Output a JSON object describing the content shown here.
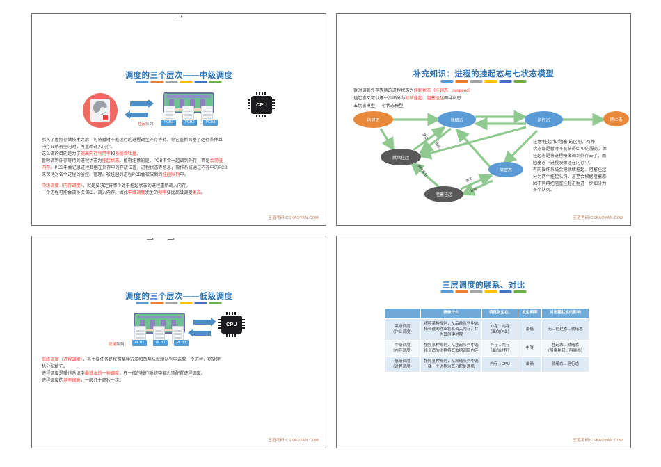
{
  "theme": {
    "title_color": "#2e74b5",
    "accent_bars": [
      "#5b9bd5",
      "#ed7d31",
      "#a5a5a5",
      "#ffc000",
      "#4472c4",
      "#70ad47"
    ],
    "highlight_red": "#ff3b30",
    "footer_color": "#c07a5e",
    "table_header": "#6ea9d8",
    "table_row_light": "#deeaf6",
    "node_orange": "#e8883a",
    "node_blue": "#5b9bd5",
    "node_gray": "#595959",
    "arrow_blue": "#4f8ec4",
    "edge_green": "#8fc98f"
  },
  "footer": "王道考研/CSKAOYAN.COM",
  "slides": [
    {
      "id": "slide-mid-level-scheduling",
      "title": "调度的三个层次——中级调度",
      "illustration": {
        "disk_label": "hard-disk",
        "ram_label": "memory-module",
        "cpu_label": "CPU",
        "queue_label_red": "挂起",
        "queue_label_rest": "队列",
        "pcb_boxes": [
          "PCB1",
          "PCB2",
          "PCB3"
        ]
      },
      "paragraphs": [
        [
          {
            "t": "引入了虚拟存储技术之后，可将暂时不能运行的进程调至外存等待。等它重新具备了运行条件且",
            "c": "n"
          }
        ],
        [
          {
            "t": "内存又稍有空闲时，再重新调入内存。",
            "c": "n"
          }
        ],
        [
          {
            "t": "这么做的目的是为了",
            "c": "n"
          },
          {
            "t": "提高内存利用率",
            "c": "r"
          },
          {
            "t": "和",
            "c": "n"
          },
          {
            "t": "系统吞吐量",
            "c": "r"
          },
          {
            "t": "。",
            "c": "n"
          }
        ],
        [
          {
            "t": "暂时调到外存等待的进程状态为",
            "c": "n"
          },
          {
            "t": "挂起状态",
            "c": "r"
          },
          {
            "t": "。值得注意的是，PCB不会一起调到外存，而是",
            "c": "n"
          },
          {
            "t": "会常驻",
            "c": "r"
          }
        ],
        [
          {
            "t": "内存",
            "c": "r"
          },
          {
            "t": "。PCB中会记录进程数据在外存中的存放位置，进程状态等信息，操作系统通过内存中的PCB",
            "c": "n"
          }
        ],
        [
          {
            "t": "来保持对各个进程的监控、管理。被挂起的进程PCB会被放到的",
            "c": "n"
          },
          {
            "t": "挂起队列",
            "c": "r"
          },
          {
            "t": "中。",
            "c": "n"
          }
        ],
        [],
        [
          {
            "t": "中级调度（内存调度）",
            "c": "r"
          },
          {
            "t": "，就是要决定将哪个处于挂起状态的进程重新调入内存。",
            "c": "n"
          }
        ],
        [
          {
            "t": "一个进程可能会被多次调出、调入内存。因此",
            "c": "n"
          },
          {
            "t": "中级调度",
            "c": "r"
          },
          {
            "t": "发生的",
            "c": "n"
          },
          {
            "t": "频率",
            "c": "r"
          },
          {
            "t": "要比高级调度",
            "c": "n"
          },
          {
            "t": "更高",
            "c": "r"
          },
          {
            "t": "。",
            "c": "n"
          }
        ]
      ]
    },
    {
      "id": "slide-seven-state-model",
      "title": "补充知识：进程的挂起态与七状态模型",
      "paragraphs": [
        [
          {
            "t": "暂时调到外存等待的进程状态为",
            "c": "n"
          },
          {
            "t": "挂起状态（挂起态，suspend）",
            "c": "r"
          }
        ],
        [
          {
            "t": "挂起态又可以进一步细分为",
            "c": "n"
          },
          {
            "t": "就绪挂起",
            "c": "r"
          },
          {
            "t": "、",
            "c": "n"
          },
          {
            "t": "阻塞挂起",
            "c": "r"
          },
          {
            "t": "两种状态",
            "c": "n"
          }
        ],
        [
          {
            "t": "五状态模型 → 七状态模型",
            "c": "n"
          }
        ]
      ],
      "diagram": {
        "nodes": [
          {
            "name": "创建态",
            "color": "orange"
          },
          {
            "name": "就绪态",
            "color": "blue"
          },
          {
            "name": "运行态",
            "color": "blue"
          },
          {
            "name": "终止态",
            "color": "orange"
          },
          {
            "name": "就绪挂起",
            "color": "gray"
          },
          {
            "name": "阻塞态",
            "color": "blue"
          },
          {
            "name": "阻塞挂起",
            "color": "gray"
          }
        ],
        "edge_labels": [
          "激活",
          "挂起",
          "事件发生",
          "激活",
          "挂起"
        ]
      },
      "side_note": [
        "注意“挂起”和“阻塞”的区别，两种",
        "状态都是暂时不能获得CPU的服务，但",
        "挂起态是将进程映像调到外存去了，而",
        "阻塞态下进程映像还在内存中。",
        "有的操作系统会把就绪挂起、阻塞挂起",
        "分为两个挂起队列，甚至会根据阻塞原",
        "因不同再把阻塞挂起进程进一步细分为",
        "多个队列。"
      ]
    },
    {
      "id": "slide-low-level-scheduling",
      "title": "调度的三个层次——低级调度",
      "illustration": {
        "ram_label": "memory-module",
        "cpu_label": "CPU",
        "queue_label_red": "就绪",
        "queue_label_rest": "队列",
        "pcb_boxes": [
          "PCB1",
          "PCB2",
          "PCB3"
        ]
      },
      "paragraphs": [
        [
          {
            "t": "低级调度（进程调度）",
            "c": "r"
          },
          {
            "t": "，其主要任务是按照某种方法和策略从就绪队列中选取一个进程，将处理",
            "c": "n"
          }
        ],
        [
          {
            "t": "机分配给它。",
            "c": "n"
          }
        ],
        [
          {
            "t": "进程调度是操作系统中",
            "c": "n"
          },
          {
            "t": "最基本的一种调度",
            "c": "r"
          },
          {
            "t": "，在一般的操作系统中都必须配置进程调度。",
            "c": "n"
          }
        ],
        [
          {
            "t": "进程调度的",
            "c": "n"
          },
          {
            "t": "频率很高",
            "c": "r"
          },
          {
            "t": "，一般几十毫秒一次。",
            "c": "n"
          }
        ]
      ]
    },
    {
      "id": "slide-comparison-table",
      "title": "三层调度的联系、对比",
      "table": {
        "headers": [
          "",
          "要做什么",
          "调度发生在..",
          "发生频率",
          "对进程状态的影响"
        ],
        "rows": [
          {
            "name": "高级调度\n（作业调度）",
            "what": "按照某种规则，从后备队列中选择合适的作业将其调入内存，并为其创建进程",
            "where": "外存→内存\n（面向作业）",
            "freq": "最低",
            "effect": "无→创建态→就绪态"
          },
          {
            "name": "中级调度\n（内存调度）",
            "what": "按照某种规则，从挂起队列中选择合适的进程将其数据调回内存",
            "where": "外存→内存\n（面向进程）",
            "freq": "中等",
            "effect": "挂起态→就绪态\n（阻塞挂起→阻塞态）"
          },
          {
            "name": "低级调度\n（进程调度）",
            "what": "按照某种规则，从就绪队列中选择一个进程为其分配处理机",
            "where": "内存→CPU",
            "freq": "最高",
            "effect": "就绪态→运行态"
          }
        ]
      }
    }
  ]
}
